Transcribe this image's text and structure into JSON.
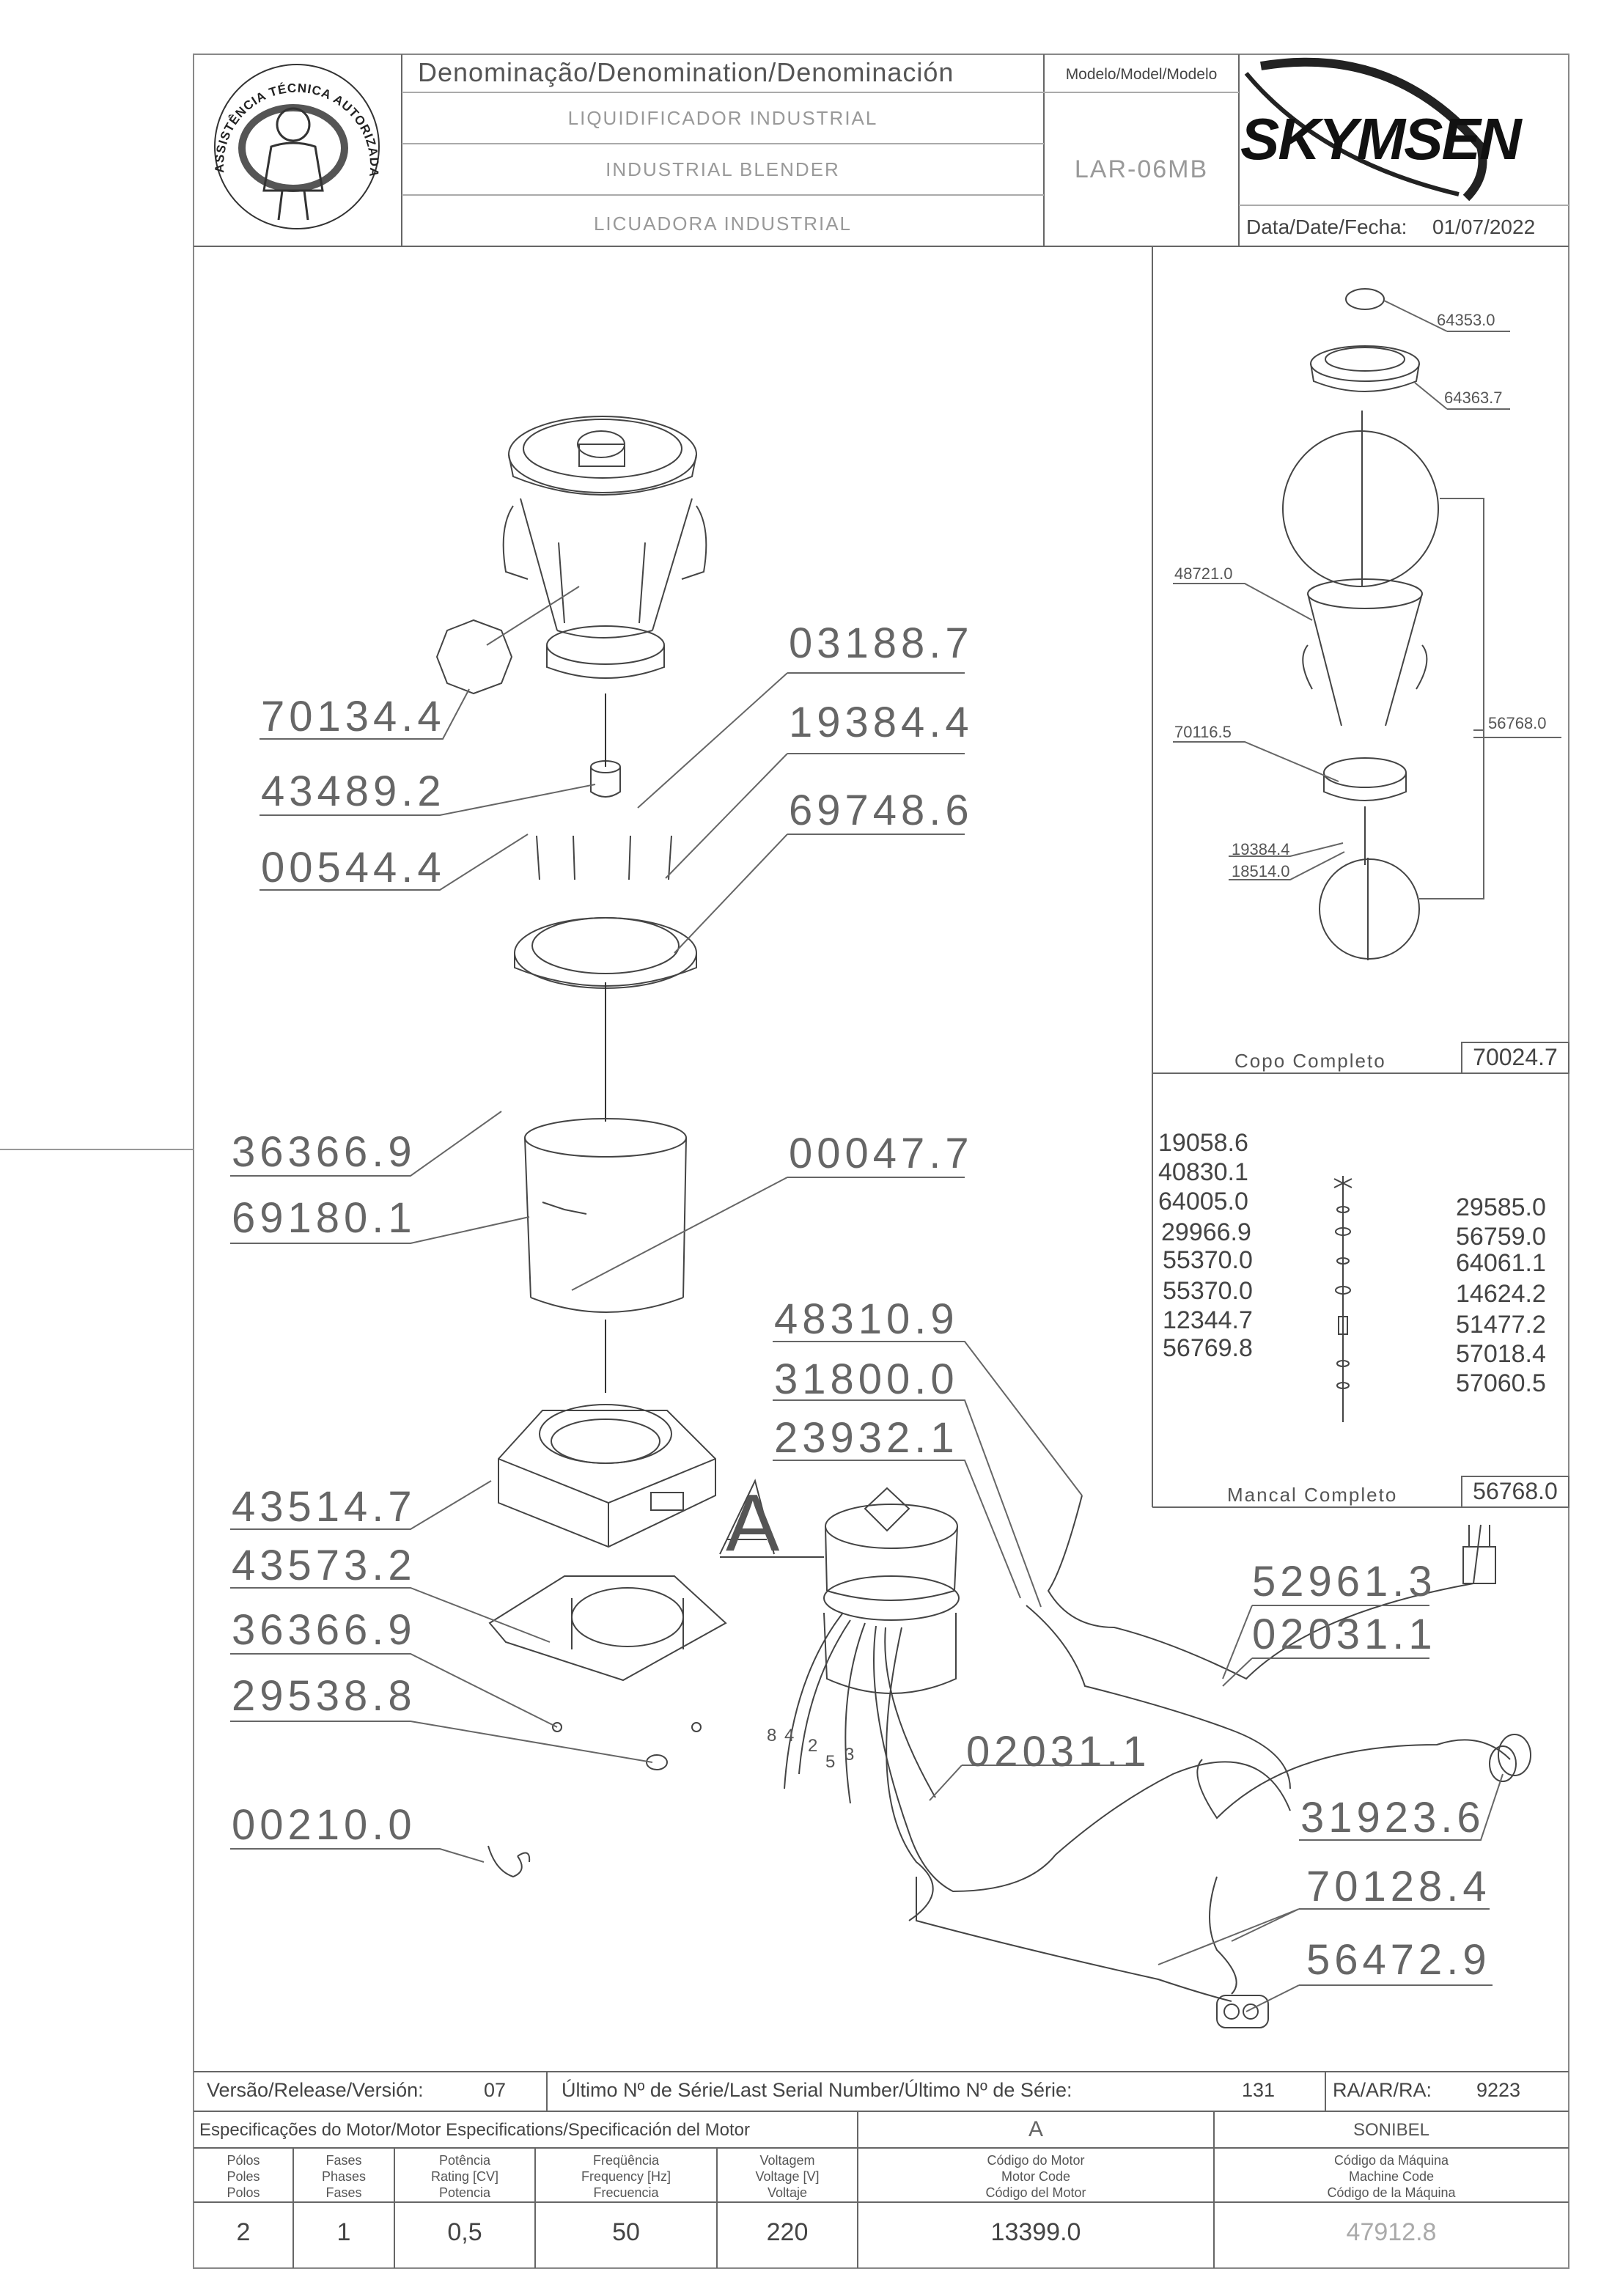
{
  "header": {
    "badge_text": "ASSISTÊNCIA TÉCNICA AUTORIZADA",
    "denomination_title": "Denominação/Denomination/Denominación",
    "names": [
      "LIQUIDIFICADOR INDUSTRIAL",
      "INDUSTRIAL BLENDER",
      "LICUADORA INDUSTRIAL"
    ],
    "model_title": "Modelo/Model/Modelo",
    "model_value": "LAR-06MB",
    "brand": "SKYMSEN",
    "date_label": "Data/Date/Fecha:",
    "date_value": "01/07/2022"
  },
  "callouts_main": [
    "70134.4",
    "43489.2",
    "00544.4",
    "03188.7",
    "19384.4",
    "69748.6",
    "36366.9",
    "69180.1",
    "00047.7",
    "48310.9",
    "31800.0",
    "23932.1",
    "43514.7",
    "43573.2",
    "36366.9",
    "29538.8",
    "00210.0",
    "52961.3",
    "02031.1",
    "02031.1",
    "31923.6",
    "70128.4",
    "56472.9"
  ],
  "wire_numbers": [
    "8",
    "4",
    "2",
    "5",
    "3"
  ],
  "detail_label": "A",
  "cup_box": {
    "callouts": [
      "64353.0",
      "64363.7",
      "48721.0",
      "70116.5",
      "56768.0",
      "19384.4",
      "18514.0"
    ],
    "caption": "Copo Completo",
    "code": "70024.7"
  },
  "bearing_box": {
    "left_codes": [
      "19058.6",
      "40830.1",
      "64005.0",
      "29966.9",
      "55370.0",
      "55370.0",
      "12344.7",
      "56769.8"
    ],
    "right_codes": [
      "29585.0",
      "56759.0",
      "64061.1",
      "14624.2",
      "51477.2",
      "57018.4",
      "57060.5"
    ],
    "caption": "Mancal Completo",
    "code": "56768.0"
  },
  "footer": {
    "version_label": "Versão/Release/Versión:",
    "version_value": "07",
    "serial_label": "Último Nº de Série/Last Serial Number/Último Nº de Série:",
    "serial_value": "131",
    "ra_label": "RA/AR/RA:",
    "ra_value": "9223",
    "motor_spec_label": "Especificações do Motor/Motor Especifications/Specificación del Motor",
    "motor_spec_value": "A",
    "maker": "SONIBEL",
    "col_headers": [
      "Pólos\nPoles\nPolos",
      "Fases\nPhases\nFases",
      "Potência\nRating [CV]\nPotencia",
      "Freqüência\nFrequency [Hz]\nFrecuencia",
      "Voltagem\nVoltage [V]\nVoltaje",
      "Código do Motor\nMotor Code\nCódigo del Motor",
      "Código da Máquina\nMachine Code\nCódigo de la Máquina"
    ],
    "values": [
      "2",
      "1",
      "0,5",
      "50",
      "220",
      "13399.0",
      "47912.8"
    ]
  }
}
